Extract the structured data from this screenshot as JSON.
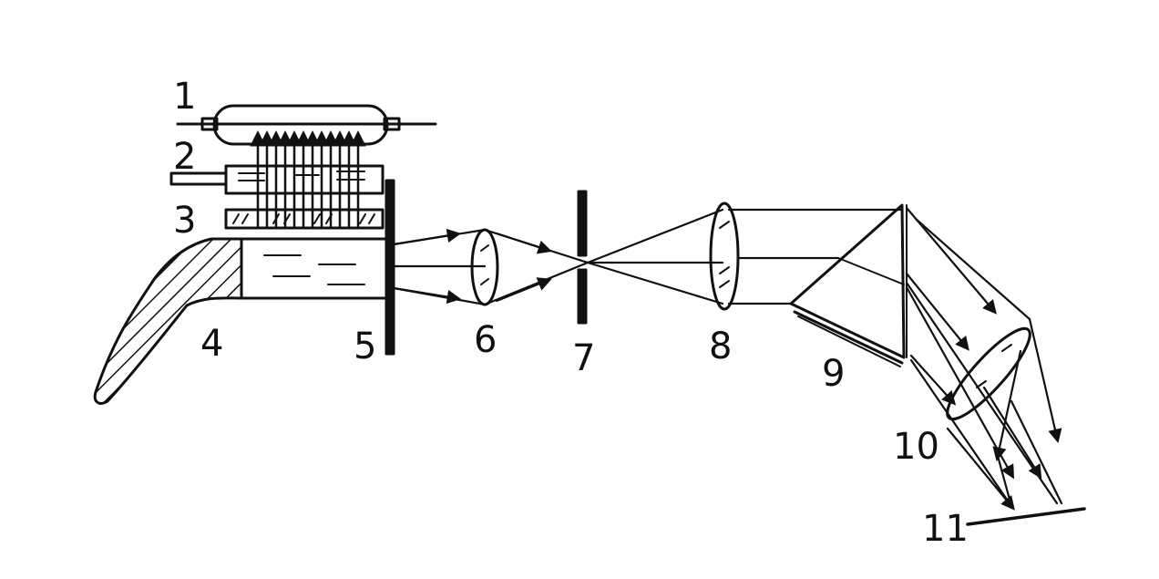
{
  "labels": {
    "l1": "1",
    "l2": "2",
    "l3": "3",
    "l4": "4",
    "l5": "5",
    "l6": "6",
    "l7": "7",
    "l8": "8",
    "l9": "9",
    "l10": "10",
    "l11": "11"
  },
  "colors": {
    "ink": "#111111",
    "background": "#ffffff"
  }
}
